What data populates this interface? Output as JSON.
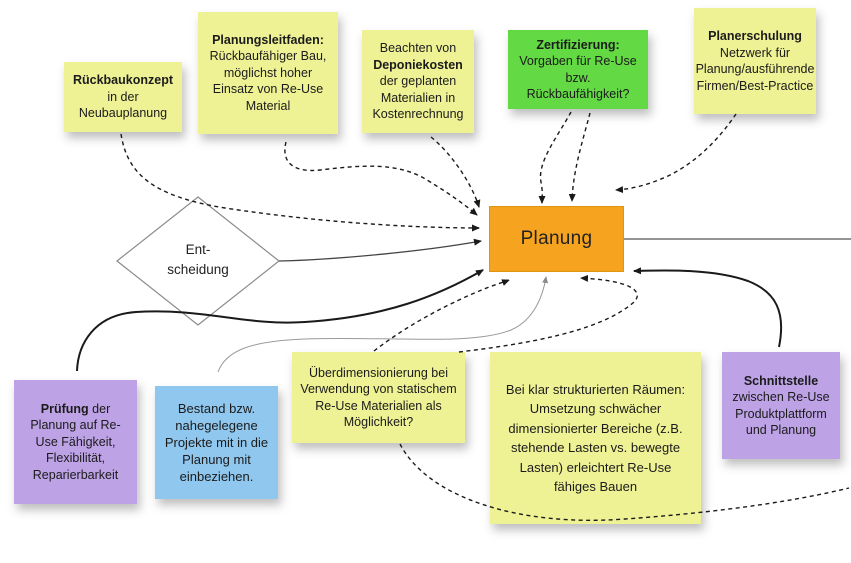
{
  "central_node": {
    "label": "Planung"
  },
  "decision_node": {
    "line1": "Ent-",
    "line2": "scheidung"
  },
  "colors": {
    "yellow": "#eef295",
    "green": "#63d944",
    "purple": "#bda2e6",
    "blue": "#8fc7ee",
    "orange": "#f6a41f"
  },
  "notes": [
    {
      "id": "rueckbaukonzept",
      "color": "yellow",
      "segments": [
        {
          "text": "Rückbaukonzept",
          "bold": true,
          "block": true
        },
        {
          "text": "in der Neubauplanung"
        }
      ]
    },
    {
      "id": "planungsleitfaden",
      "color": "yellow",
      "segments": [
        {
          "text": "Planungsleitfaden:",
          "bold": true,
          "block": true
        },
        {
          "text": "Rückbaufähiger Bau, möglichst hoher Einsatz von Re-Use Material"
        }
      ]
    },
    {
      "id": "deponiekosten",
      "color": "yellow",
      "segments": [
        {
          "text": "Beachten von "
        },
        {
          "text": "Deponiekosten",
          "bold": true
        },
        {
          "text": " der geplanten Materialien in Kostenrechnung"
        }
      ]
    },
    {
      "id": "zertifizierung",
      "color": "green",
      "segments": [
        {
          "text": "Zertifizierung:",
          "bold": true,
          "block": true
        },
        {
          "text": "Vorgaben für Re-Use bzw. Rückbaufähigkeit?"
        }
      ]
    },
    {
      "id": "planerschulung",
      "color": "yellow",
      "segments": [
        {
          "text": "Planerschulung",
          "bold": true,
          "block": true
        },
        {
          "text": "Netzwerk für Planung/ausführende Firmen/Best-Practice"
        }
      ]
    },
    {
      "id": "pruefung",
      "color": "purple",
      "segments": [
        {
          "text": "Prüfung",
          "bold": true
        },
        {
          "text": " der Planung auf Re-Use Fähigkeit, Flexibilität, Reparierbarkeit"
        }
      ]
    },
    {
      "id": "bestand",
      "color": "blue",
      "segments": [
        {
          "text": "Bestand bzw. nahegelegene Projekte mit in die Planung mit einbeziehen."
        }
      ]
    },
    {
      "id": "ueberdimensionierung",
      "color": "yellow",
      "segments": [
        {
          "text": "Überdimensionierung bei Verwendung von statischem Re-Use Materialien als Möglichkeit?"
        }
      ]
    },
    {
      "id": "bei-klar-strukturierten",
      "color": "yellow",
      "segments": [
        {
          "text": "Bei klar strukturierten Räumen: Umsetzung schwächer dimensionierter Bereiche (z.B. stehende Lasten vs. bewegte Lasten) erleichtert Re-Use fähiges Bauen"
        }
      ]
    },
    {
      "id": "schnittstelle",
      "color": "purple",
      "segments": [
        {
          "text": "Schnittstelle",
          "bold": true,
          "block": true
        },
        {
          "text": "zwischen Re-Use Produktplattform und Planung"
        }
      ]
    }
  ]
}
